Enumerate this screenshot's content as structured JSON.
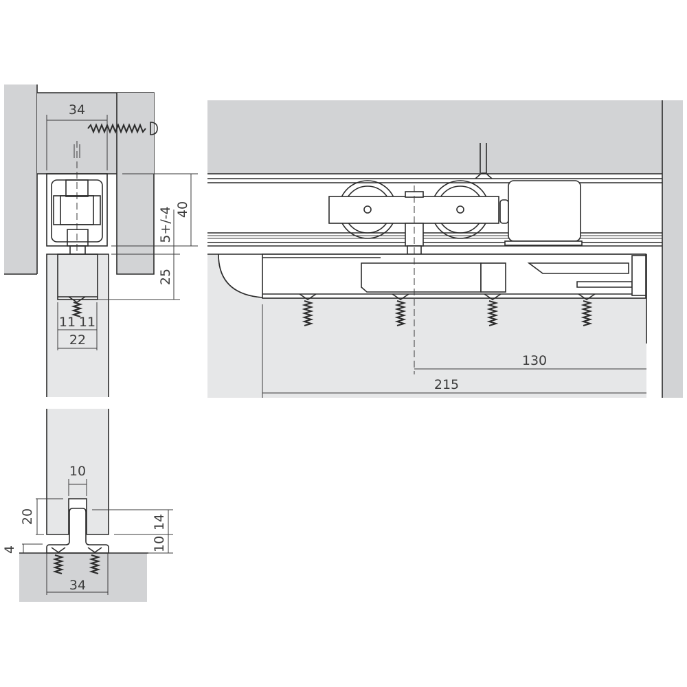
{
  "diagram": {
    "type": "technical-installation-drawing",
    "subject": "sliding door top-hung roller track and floor guide",
    "colors": {
      "wall": "#d2d3d5",
      "door": "#e6e7e8",
      "line": "#2b2b2b",
      "text": "#3c3c3c"
    },
    "views": {
      "top_section": {
        "label": "top-track-section-view",
        "dimensions": {
          "track_width": "34",
          "track_height": "40",
          "adjustment": "5+/-4",
          "door_gap": "25",
          "half_left": "11",
          "half_right": "11",
          "door_thickness": "22"
        }
      },
      "side_elevation": {
        "label": "roller-carriage-side-view",
        "dimensions": {
          "carriage_offset": "130",
          "plate_length": "215"
        }
      },
      "bottom_guide": {
        "label": "floor-guide-section-view",
        "dimensions": {
          "groove_width": "10",
          "groove_depth": "20",
          "guide_height_upper": "14",
          "guide_height_lower": "10",
          "floor_offset": "4",
          "base_width": "34"
        }
      }
    }
  }
}
